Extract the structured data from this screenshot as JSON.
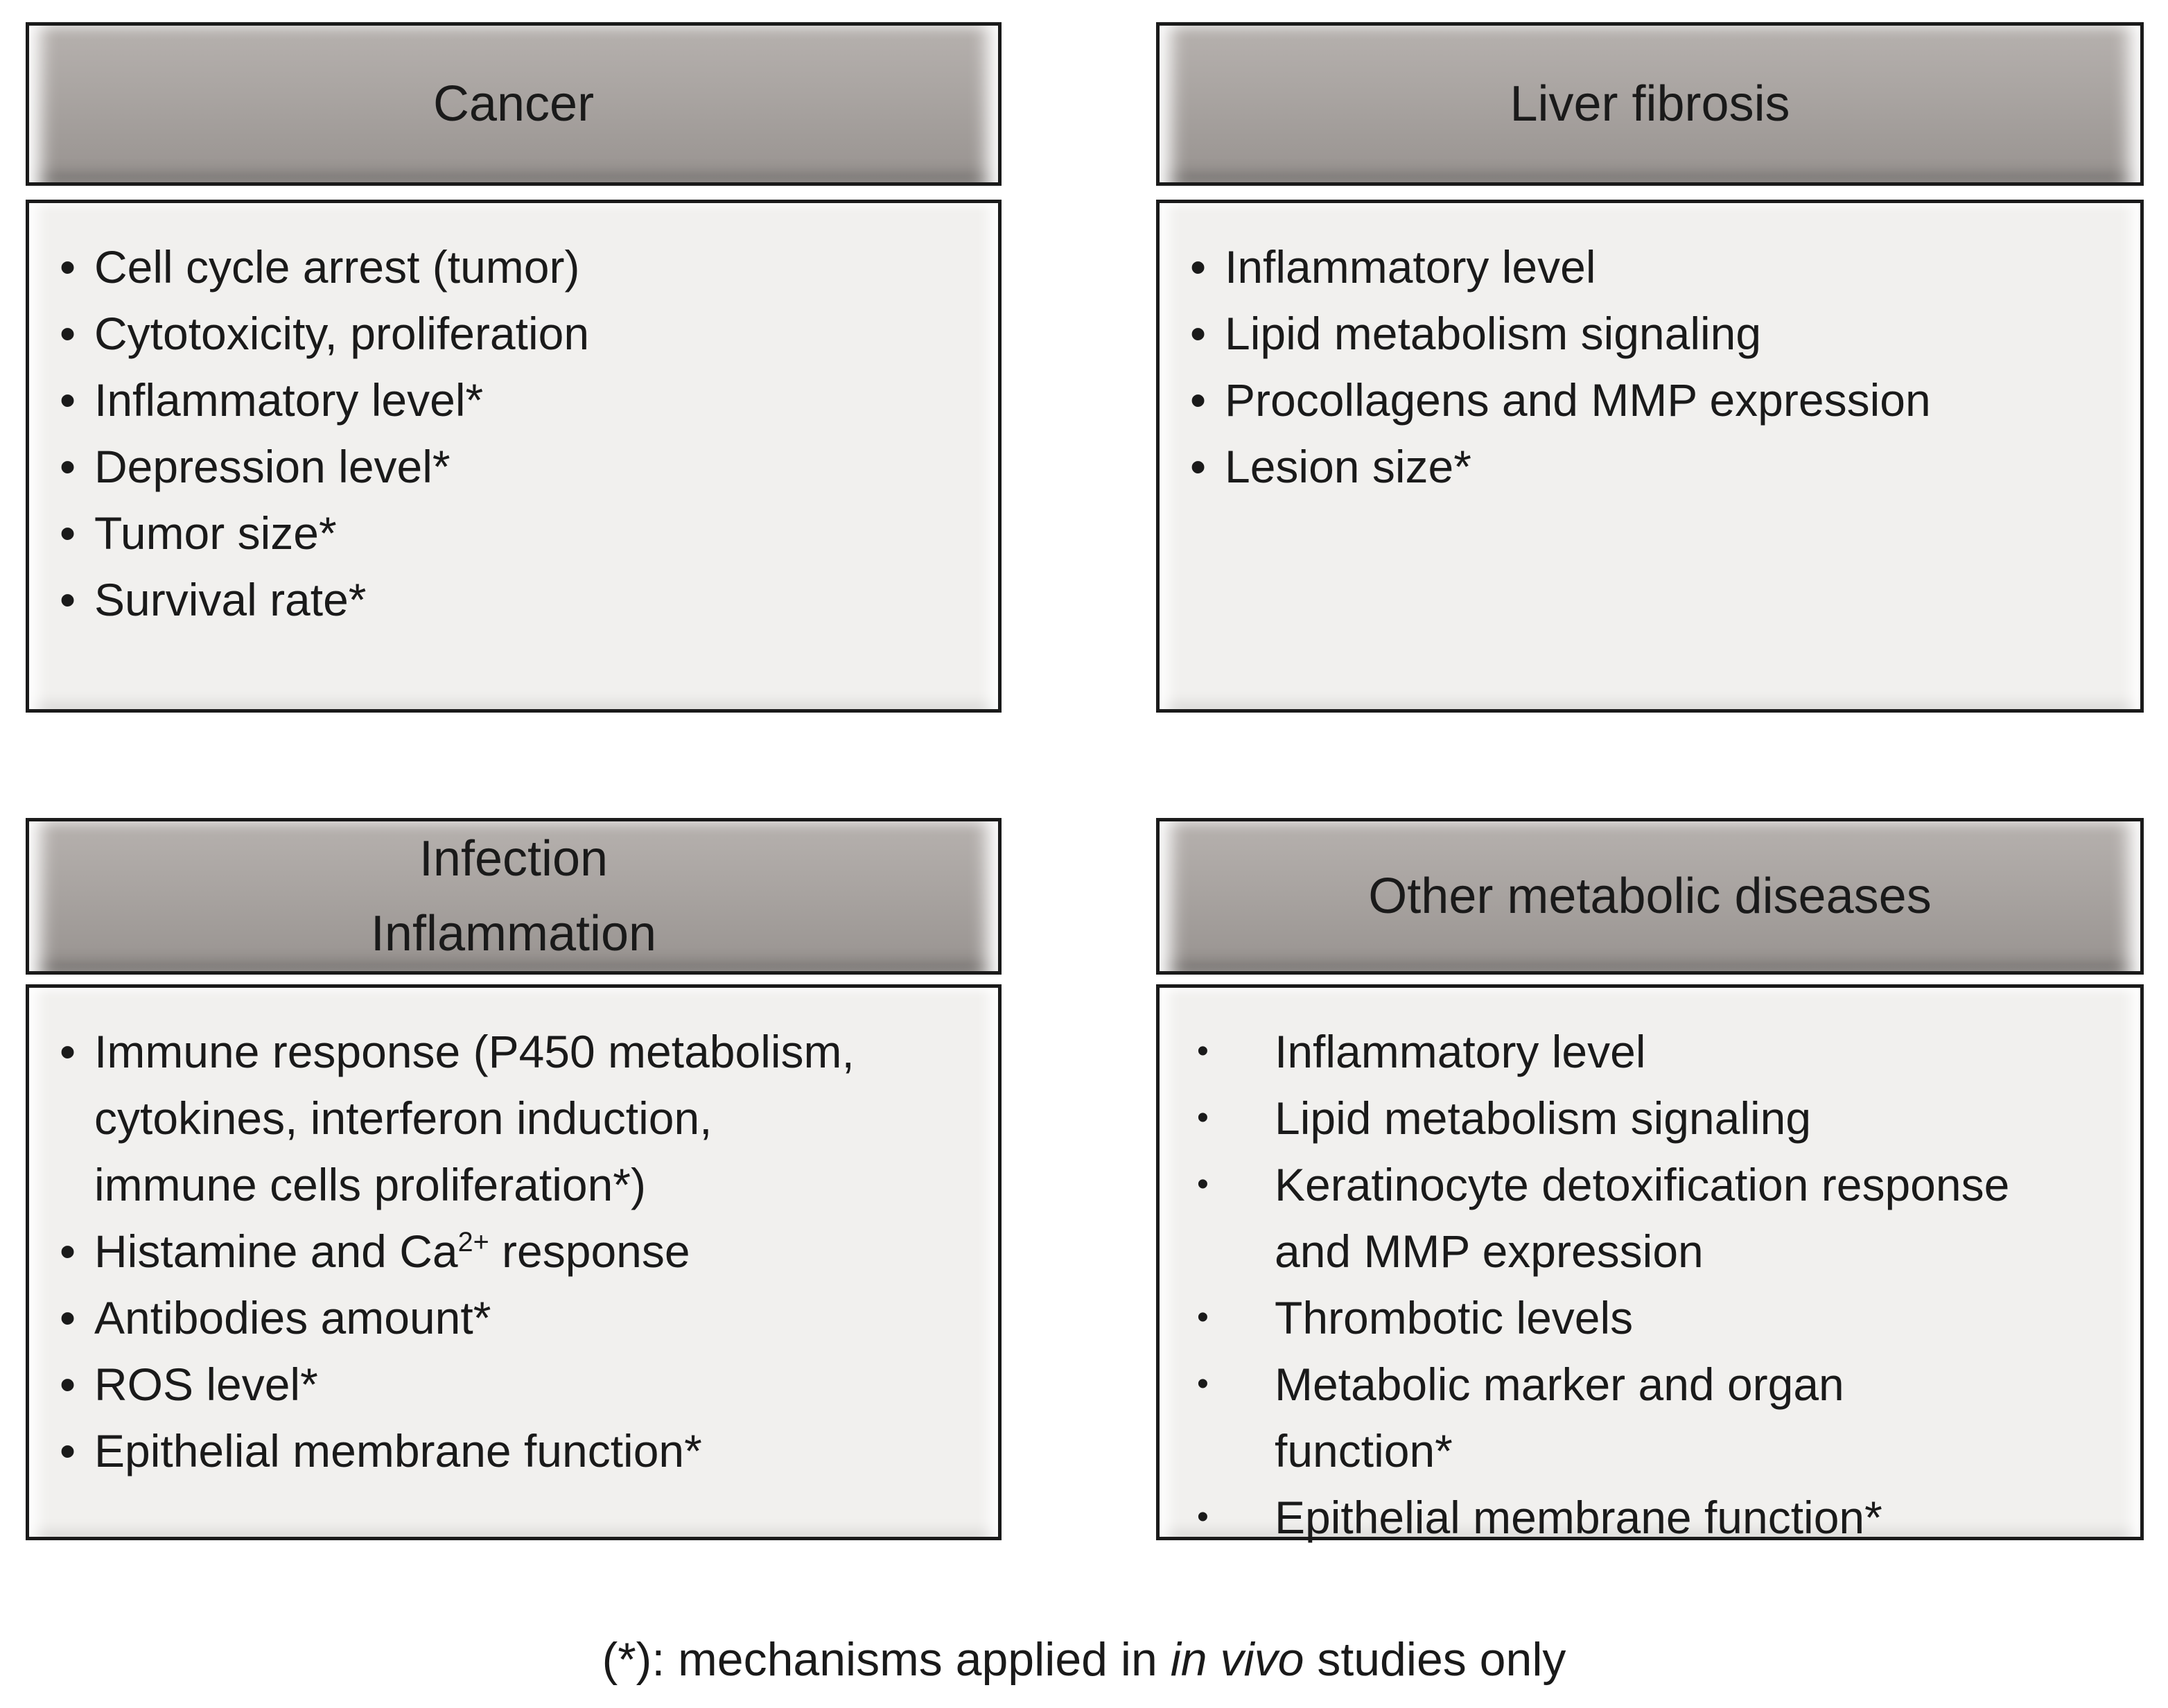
{
  "colors": {
    "header_fill": "#a9a4a1",
    "panel_fill": "#f1f0ee",
    "border": "#1a1a1a",
    "text": "#1a1a1a",
    "background": "#ffffff"
  },
  "boxes": [
    {
      "title_lines": [
        "Cancer"
      ],
      "items": [
        "Cell cycle arrest (tumor)",
        "Cytotoxicity, proliferation",
        "Inflammatory level*",
        "Depression level*",
        "Tumor size*",
        "Survival rate*"
      ]
    },
    {
      "title_lines": [
        "Liver fibrosis"
      ],
      "items": [
        "Inflammatory level",
        "Lipid metabolism signaling",
        "Procollagens and MMP expression",
        "Lesion size*"
      ]
    },
    {
      "title_lines": [
        "Infection",
        "Inflammation"
      ],
      "items": [
        "Immune response (P450 metabolism, cytokines, interferon induction, immune cells proliferation*)",
        {
          "pre": "Histamine and Ca",
          "sup": "2+",
          "post": " response"
        },
        "Antibodies amount*",
        "ROS level*",
        "Epithelial membrane function*"
      ]
    },
    {
      "title_lines": [
        "Other metabolic diseases"
      ],
      "items": [
        "Inflammatory level",
        "Lipid metabolism signaling",
        "Keratinocyte detoxification response and MMP expression",
        "Thrombotic levels",
        "Metabolic marker and organ function*",
        "Epithelial membrane function*"
      ]
    }
  ],
  "footnote": {
    "prefix": "(*): mechanisms applied in ",
    "italic": "in vivo",
    "suffix": " studies only"
  }
}
